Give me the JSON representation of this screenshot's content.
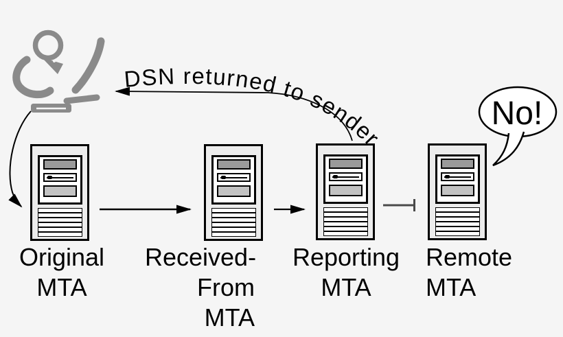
{
  "diagram": {
    "dsn_arrow_label": "DSN returned to sender",
    "speech_bubble_text": "No!"
  },
  "servers": [
    {
      "id": "original-mta",
      "label_lines": [
        "Original",
        "MTA"
      ]
    },
    {
      "id": "received-from-mta",
      "label_lines": [
        "Received-",
        "From",
        "MTA"
      ]
    },
    {
      "id": "reporting-mta",
      "label_lines": [
        "Reporting",
        "MTA"
      ]
    },
    {
      "id": "remote-mta",
      "label_lines": [
        "Remote",
        "MTA"
      ]
    }
  ],
  "colors": {
    "background": "#f5f5f5",
    "outline": "#000000",
    "blocked_arrow": "#4a4a4a",
    "person": "#8a8a8a",
    "server_body": "#ececec",
    "server_slot_dark": "#9a9a9a",
    "server_slot_light": "#c2c2c2"
  }
}
